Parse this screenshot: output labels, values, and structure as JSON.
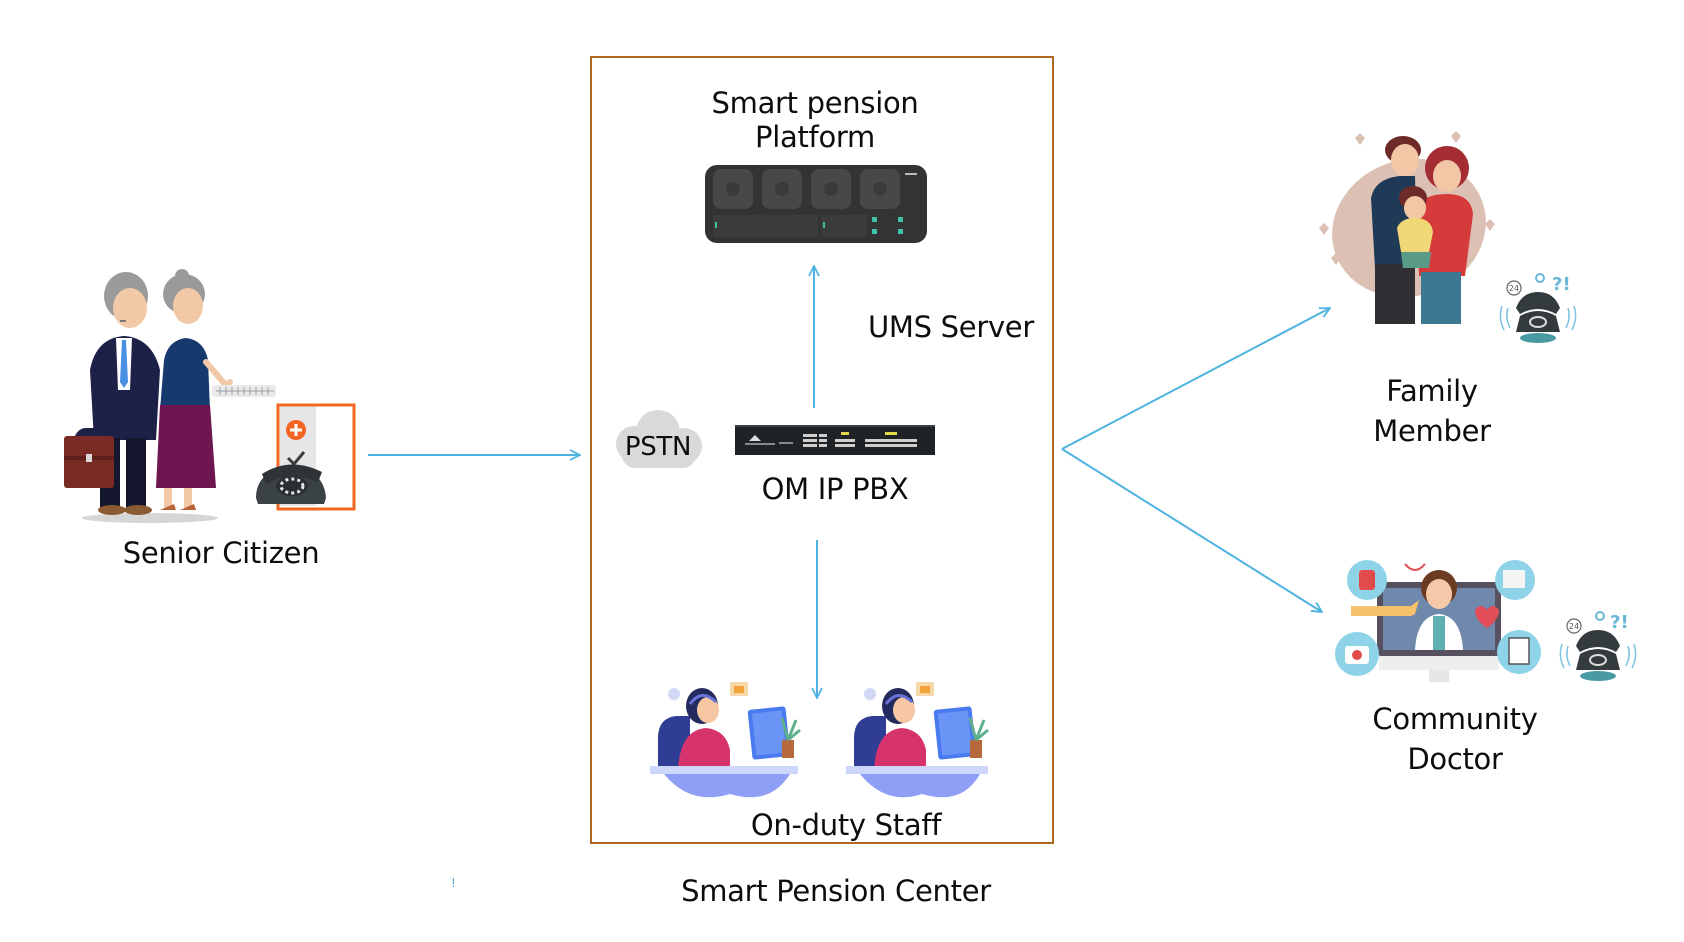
{
  "diagram": {
    "title": "Smart Pension Center",
    "nodes": {
      "senior_citizen": {
        "label": "Senior Citizen",
        "icon": "elderly-couple-with-phone-icon"
      },
      "pstn": {
        "label": "PSTN",
        "icon": "cloud-icon"
      },
      "platform": {
        "label_line1": "Smart pension",
        "label_line2": "Platform",
        "icon": "server-icon"
      },
      "ums_server": {
        "label": "UMS Server"
      },
      "ip_pbx": {
        "label": "OM IP PBX",
        "icon": "rack-pbx-icon"
      },
      "staff": {
        "label": "On-duty Staff",
        "icon": "call-center-agent-icon"
      },
      "family": {
        "label_line1": "Family",
        "label_line2": "Member",
        "icon": "family-icon"
      },
      "doctor": {
        "label_line1": "Community",
        "label_line2": "Doctor",
        "icon": "telemedicine-doctor-icon"
      }
    },
    "phone_badge_text": "24",
    "stray_mark": "!",
    "edges": [
      {
        "from": "senior_citizen",
        "to": "smart_pension_center"
      },
      {
        "from": "ip_pbx",
        "to": "platform",
        "label": "UMS Server"
      },
      {
        "from": "ip_pbx",
        "to": "staff"
      },
      {
        "from": "smart_pension_center",
        "to": "family"
      },
      {
        "from": "smart_pension_center",
        "to": "doctor"
      }
    ],
    "colors": {
      "arrow": "#4FB3E0",
      "center_border": "#B0691E",
      "highlight_orange": "#F26522",
      "device_dark": "#2F2F2F",
      "device_teal": "#3FC2A8"
    }
  }
}
